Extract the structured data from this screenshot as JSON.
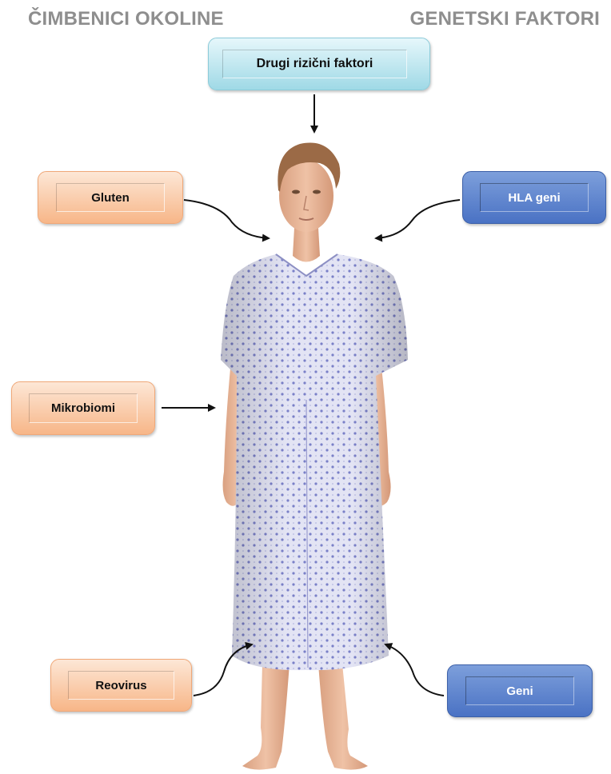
{
  "headings": {
    "environment": "ČIMBENICI OKOLINE",
    "genetic": "GENETSKI FAKTORI"
  },
  "factors": {
    "other_risk": "Drugi rizični faktori",
    "gluten": "Gluten",
    "microbiome": "Mikrobiomi",
    "reovirus": "Reovirus",
    "hla_genes": "HLA geni",
    "genes": "Geni"
  },
  "colors": {
    "environment_box": "#f7b688",
    "genetic_box": "#4a72c4",
    "other_box": "#9fd9e6",
    "heading_text": "#8e8e8e",
    "gown": "#dfe0f2",
    "gown_dots": "#7a80c8",
    "skin": "#e8b79a"
  },
  "icons": {
    "figure": "standing-person-in-hospital-gown",
    "arrow": "arrow-icon"
  }
}
